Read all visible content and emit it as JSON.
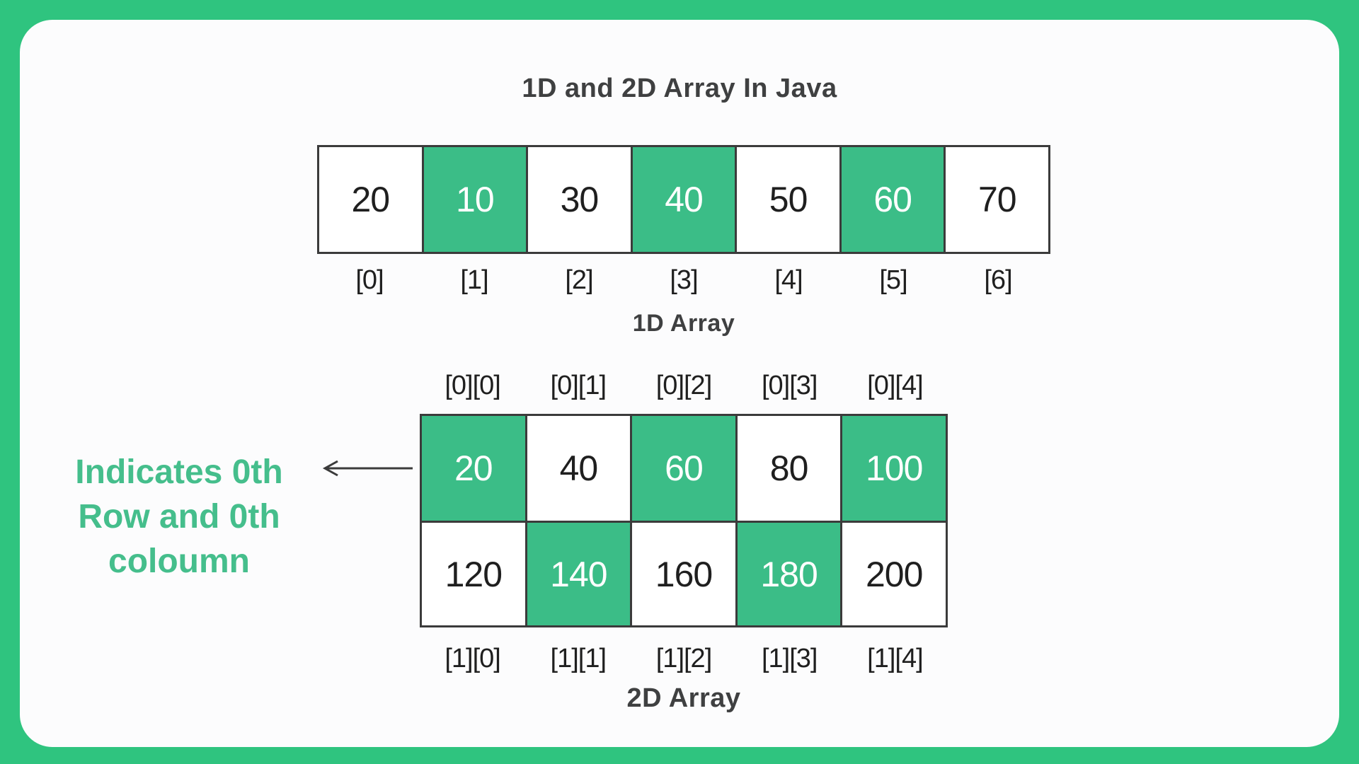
{
  "page": {
    "title": "1D and 2D Array In Java"
  },
  "colors": {
    "frame_green": "#2fc47f",
    "cell_green": "#3bbd87",
    "annotation_green": "#45be8c",
    "border_dark": "#3b3b3b",
    "text_dark": "#3f4041",
    "number_dark": "#1f1f1f",
    "card_bg": "#fcfcfd"
  },
  "array_1d": {
    "caption": "1D Array",
    "cells": [
      {
        "value": "20",
        "highlight": false
      },
      {
        "value": "10",
        "highlight": true
      },
      {
        "value": "30",
        "highlight": false
      },
      {
        "value": "40",
        "highlight": true
      },
      {
        "value": "50",
        "highlight": false
      },
      {
        "value": "60",
        "highlight": true
      },
      {
        "value": "70",
        "highlight": false
      }
    ],
    "indices": [
      "[0]",
      "[1]",
      "[2]",
      "[3]",
      "[4]",
      "[5]",
      "[6]"
    ]
  },
  "array_2d": {
    "caption": "2D Array",
    "top_indices": [
      "[0][0]",
      "[0][1]",
      "[0][2]",
      "[0][3]",
      "[0][4]"
    ],
    "bottom_indices": [
      "[1][0]",
      "[1][1]",
      "[1][2]",
      "[1][3]",
      "[1][4]"
    ],
    "rows": [
      {
        "cells": [
          {
            "value": "20",
            "highlight": true
          },
          {
            "value": "40",
            "highlight": false
          },
          {
            "value": "60",
            "highlight": true
          },
          {
            "value": "80",
            "highlight": false
          },
          {
            "value": "100",
            "highlight": true
          }
        ]
      },
      {
        "cells": [
          {
            "value": "120",
            "highlight": false
          },
          {
            "value": "140",
            "highlight": true
          },
          {
            "value": "160",
            "highlight": false
          },
          {
            "value": "180",
            "highlight": true
          },
          {
            "value": "200",
            "highlight": false
          }
        ]
      }
    ]
  },
  "annotation": {
    "line1": "Indicates 0th",
    "line2": "Row and 0th",
    "line3": "coloumn"
  }
}
